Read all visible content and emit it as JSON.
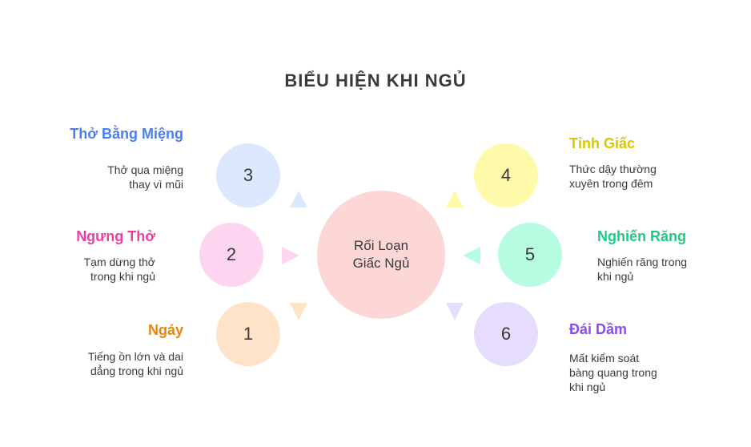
{
  "title": "BIỂU HIỆN KHI NGỦ",
  "center": {
    "line1": "Rối Loạn",
    "line2": "Giấc Ngủ"
  },
  "items": [
    {
      "number": "1",
      "heading": "Ngáy",
      "desc1": "Tiếng ồn lớn và dai",
      "desc2": "dẳng trong khi ngủ",
      "color": "#e8850a",
      "fill": "#fee3c8"
    },
    {
      "number": "2",
      "heading": "Ngưng Thở",
      "desc1": "Tạm dừng thở",
      "desc2": "trong khi ngủ",
      "color": "#ec3fa0",
      "fill": "#fdd5f0"
    },
    {
      "number": "3",
      "heading": "Thở Bằng Miệng",
      "desc1": "Thở qua miệng",
      "desc2": "thay vì mũi",
      "color": "#4a7ef0",
      "fill": "#dbe8fe"
    },
    {
      "number": "4",
      "heading": "Tỉnh Giấc",
      "desc1": "Thức dậy thường",
      "desc2": "xuyên trong đêm",
      "color": "#d9c800",
      "fill": "#fefaaa"
    },
    {
      "number": "5",
      "heading": "Nghiến Răng",
      "desc1": "Nghiến răng trong",
      "desc2": "khi ngủ",
      "color": "#1ecb82",
      "fill": "#b5fce0"
    },
    {
      "number": "6",
      "heading": "Đái Dầm",
      "desc1": "Mất kiểm soát",
      "desc2": "bàng quang trong",
      "desc3": "khi ngủ",
      "color": "#8b4cf0",
      "fill": "#e6dcfd"
    }
  ]
}
